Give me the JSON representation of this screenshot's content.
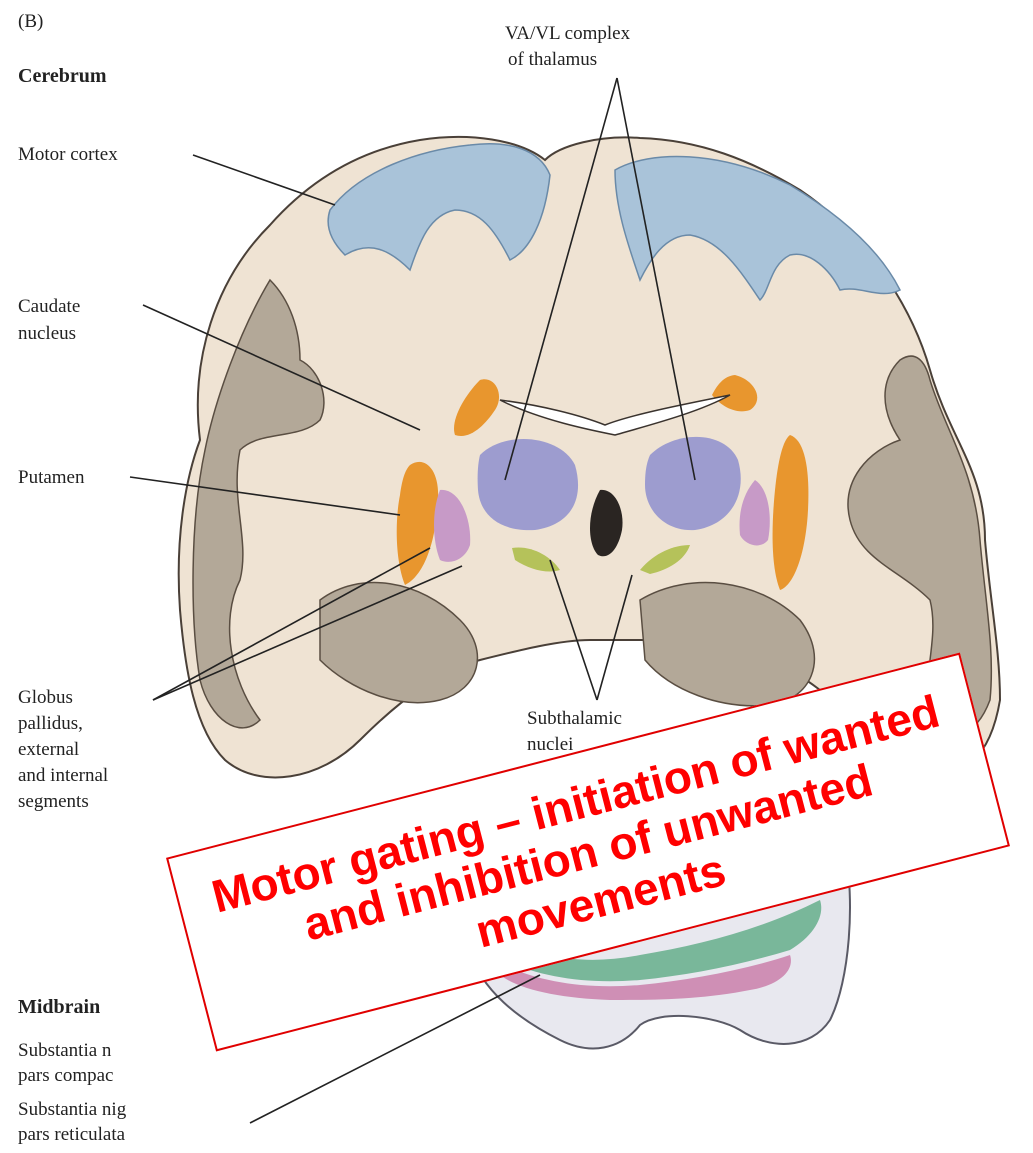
{
  "panel_label": "(B)",
  "section_cerebrum": "Cerebrum",
  "section_midbrain": "Midbrain",
  "labels": {
    "motor_cortex": "Motor cortex",
    "caudate_line1": "Caudate",
    "caudate_line2": "nucleus",
    "putamen": "Putamen",
    "gp_line1": "Globus",
    "gp_line2": "pallidus,",
    "gp_line3": "external",
    "gp_line4": "and internal",
    "gp_line5": "segments",
    "vavl_line1": "VA/VL complex",
    "vavl_line2": "of thalamus",
    "stn_line1": "Subthalamic",
    "stn_line2": "nuclei",
    "snc_line1": "Substantia n",
    "snc_line2": "pars compac",
    "snr_line1": "Substantia nig",
    "snr_line2": "pars reticulata"
  },
  "callout": {
    "text": "Motor gating – initiation of wanted and inhibition of unwanted movements"
  },
  "colors": {
    "tissue_light": "#efe3d3",
    "tissue_gray": "#b3a898",
    "cortex_blue": "#a9c3d9",
    "thalamus_purple": "#9d9ccf",
    "striatum_orange": "#e8962e",
    "pallidus_pink": "#c79ac7",
    "stn_green": "#b5c25a",
    "sn_green": "#79b79a",
    "sn_pink": "#cf8fb5",
    "ventricle_dark": "#2a2522",
    "callout_red": "#ff0000"
  }
}
